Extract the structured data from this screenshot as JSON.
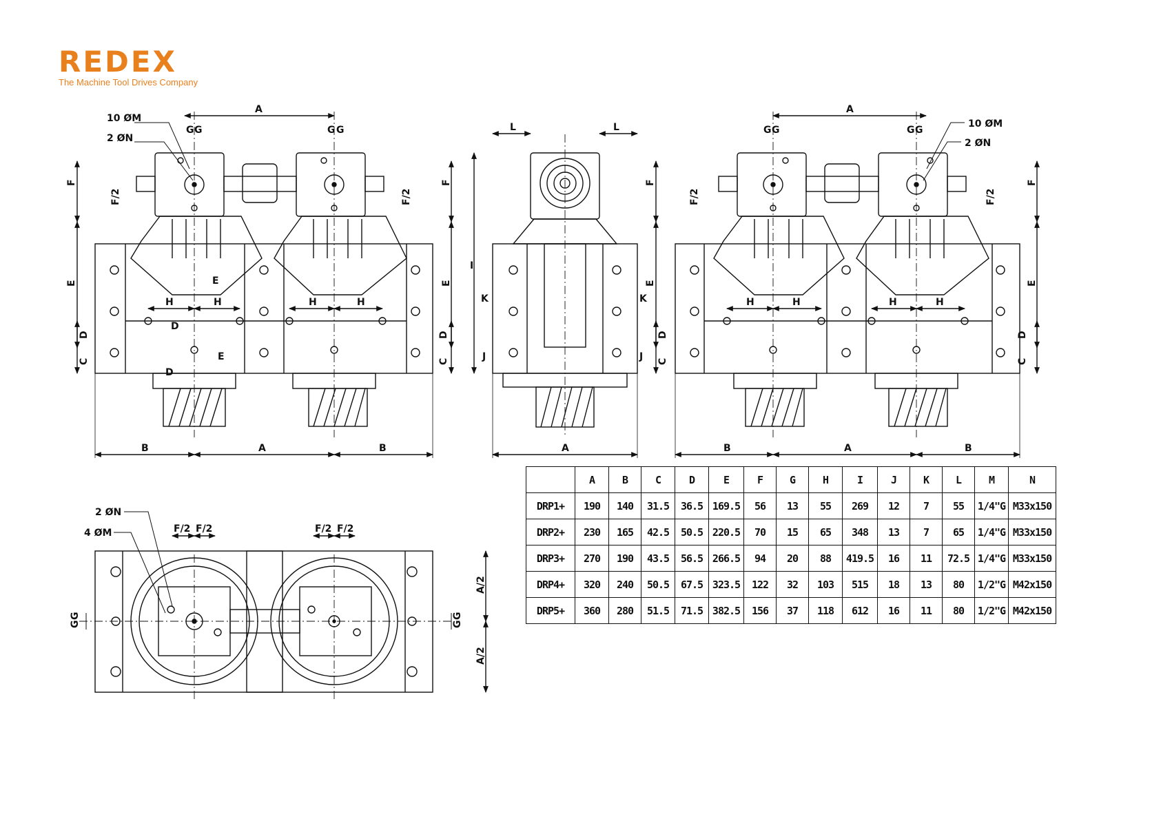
{
  "logo": {
    "brand": "REDEX",
    "tagline": "The Machine Tool Drives Company"
  },
  "callouts": {
    "m10": "10 ØM",
    "n2": "2 ØN",
    "m4": "4 ØM"
  },
  "dimensions": {
    "A": "A",
    "B": "B",
    "C": "C",
    "D": "D",
    "E": "E",
    "F": "F",
    "F2": "F/2",
    "G": "G",
    "H": "H",
    "I": "I",
    "J": "J",
    "K": "K",
    "L": "L",
    "A2": "A/2"
  },
  "table": {
    "headers": [
      "",
      "A",
      "B",
      "C",
      "D",
      "E",
      "F",
      "G",
      "H",
      "I",
      "J",
      "K",
      "L",
      "M",
      "N"
    ],
    "rows": [
      [
        "DRP1+",
        "190",
        "140",
        "31.5",
        "36.5",
        "169.5",
        "56",
        "13",
        "55",
        "269",
        "12",
        "7",
        "55",
        "1/4\"G",
        "M33x150"
      ],
      [
        "DRP2+",
        "230",
        "165",
        "42.5",
        "50.5",
        "220.5",
        "70",
        "15",
        "65",
        "348",
        "13",
        "7",
        "65",
        "1/4\"G",
        "M33x150"
      ],
      [
        "DRP3+",
        "270",
        "190",
        "43.5",
        "56.5",
        "266.5",
        "94",
        "20",
        "88",
        "419.5",
        "16",
        "11",
        "72.5",
        "1/4\"G",
        "M33x150"
      ],
      [
        "DRP4+",
        "320",
        "240",
        "50.5",
        "67.5",
        "323.5",
        "122",
        "32",
        "103",
        "515",
        "18",
        "13",
        "80",
        "1/2\"G",
        "M42x150"
      ],
      [
        "DRP5+",
        "360",
        "280",
        "51.5",
        "71.5",
        "382.5",
        "156",
        "37",
        "118",
        "612",
        "16",
        "11",
        "80",
        "1/2\"G",
        "M42x150"
      ]
    ]
  },
  "colors": {
    "brand": "#e8801e",
    "line": "#111111"
  }
}
